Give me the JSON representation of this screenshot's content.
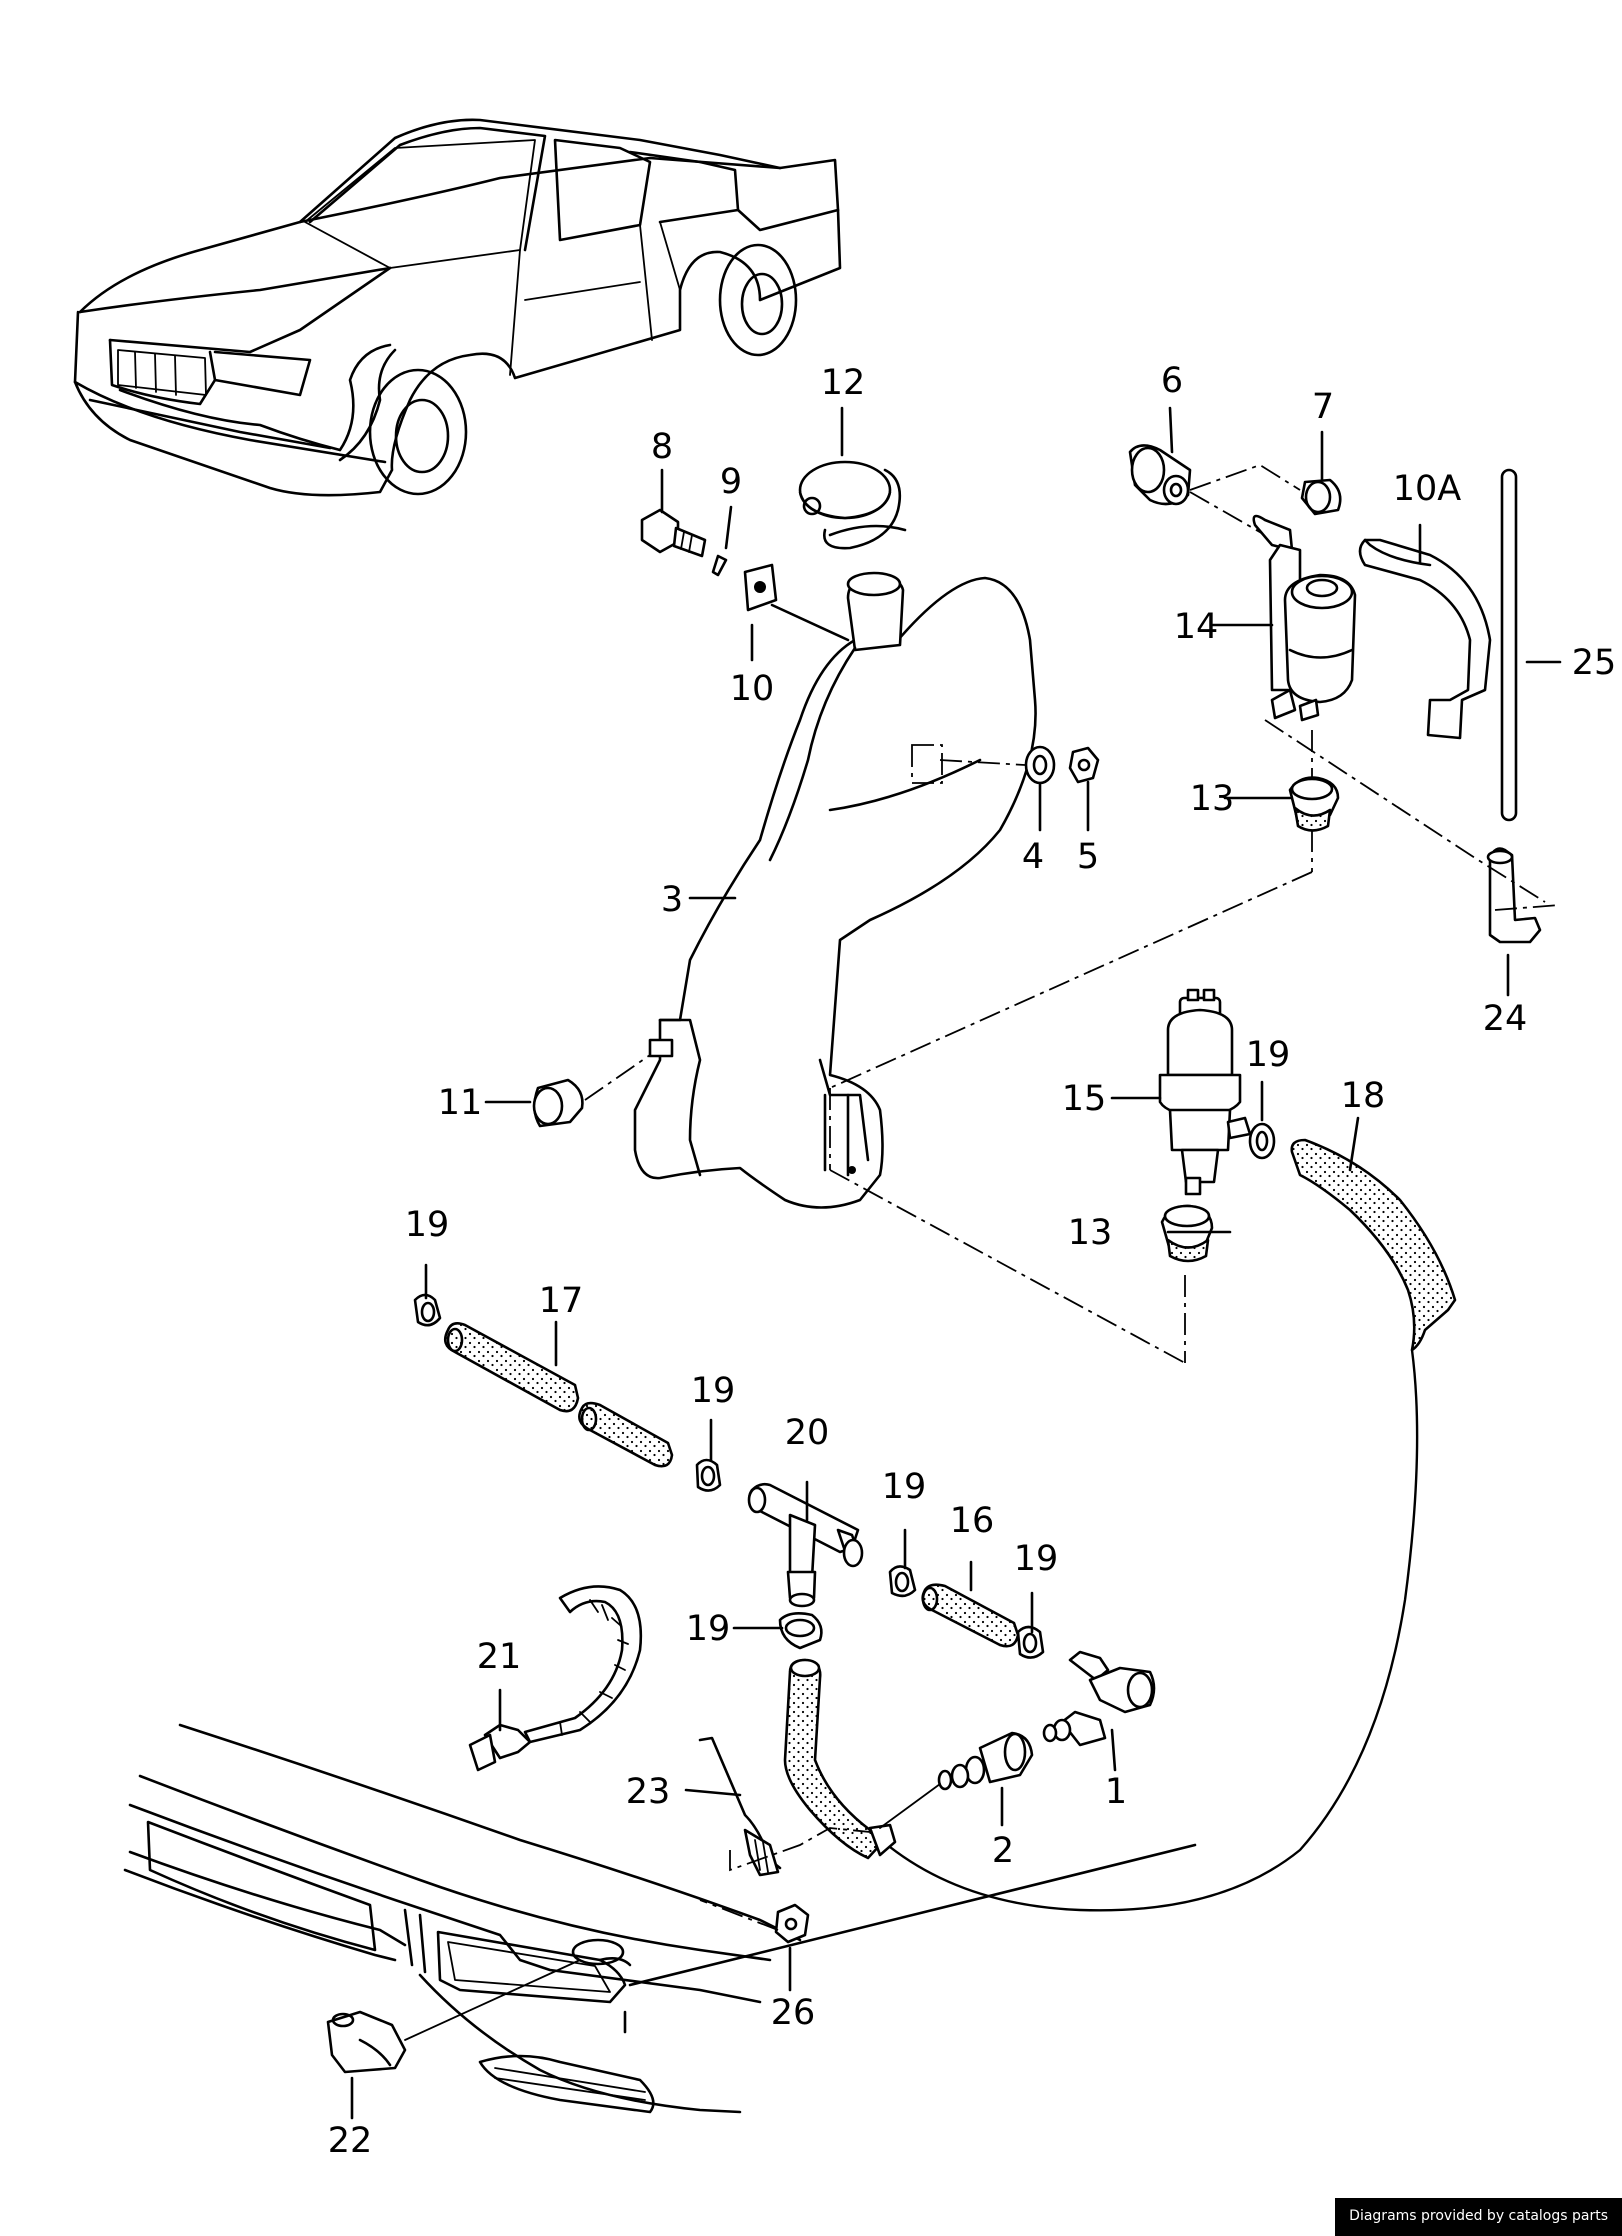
{
  "callouts": {
    "c1": "1",
    "c2": "2",
    "c3": "3",
    "c4": "4",
    "c5": "5",
    "c6": "6",
    "c7": "7",
    "c8": "8",
    "c9": "9",
    "c10": "10",
    "c10a": "10A",
    "c11": "11",
    "c12": "12",
    "c13a": "13",
    "c13b": "13",
    "c14": "14",
    "c15": "15",
    "c16": "16",
    "c17": "17",
    "c18": "18",
    "c19a": "19",
    "c19b": "19",
    "c19c": "19",
    "c19d": "19",
    "c19e": "19",
    "c19f": "19",
    "c20": "20",
    "c21": "21",
    "c22": "22",
    "c23": "23",
    "c24": "24",
    "c25": "25",
    "c26": "26"
  },
  "footer": {
    "credit": "Diagrams provided by catalogs parts"
  }
}
